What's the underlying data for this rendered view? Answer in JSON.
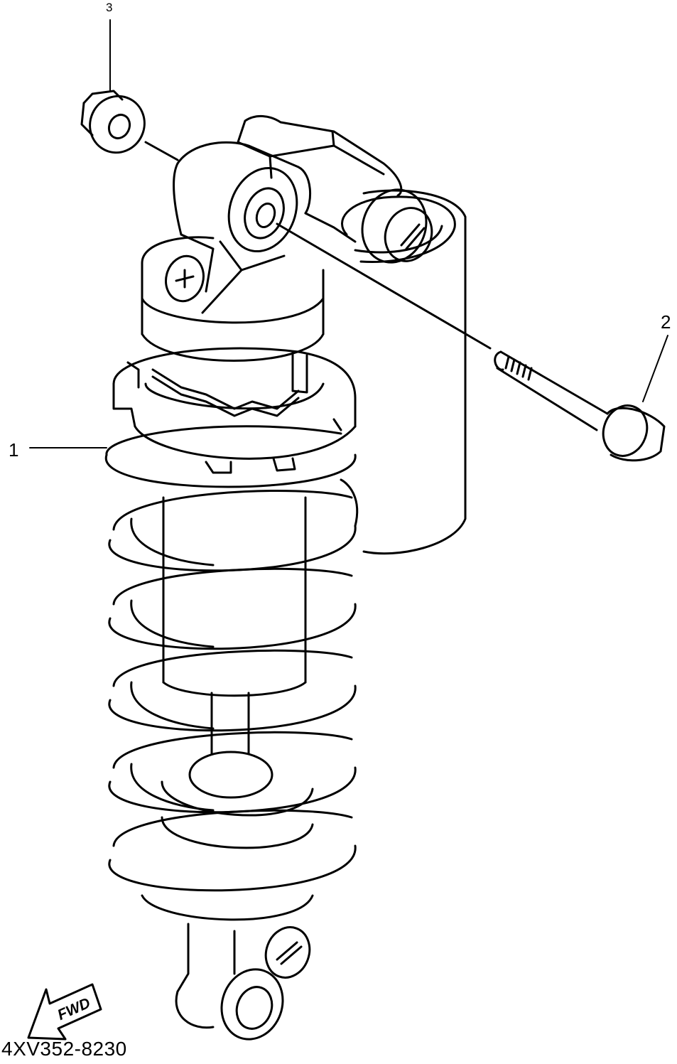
{
  "callouts": [
    {
      "id": "1",
      "text": "1"
    },
    {
      "id": "2",
      "text": "2"
    },
    {
      "id": "3",
      "text": "3"
    }
  ],
  "direction_marker": {
    "text": "FWD",
    "icon": "fwd-arrow-icon"
  },
  "figure_code": "4XV352-8230",
  "colors": {
    "line": "#000000",
    "background": "#ffffff"
  }
}
